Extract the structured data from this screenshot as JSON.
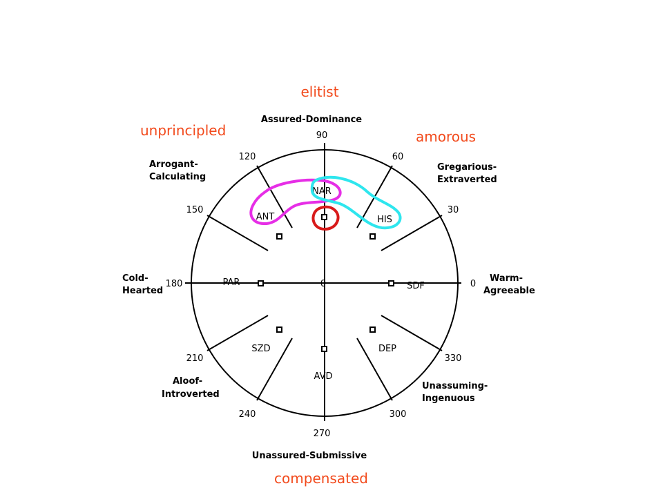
{
  "annotations": {
    "top": "elitist",
    "upper_left": "unprincipled",
    "upper_right": "amorous",
    "bottom": "compensated"
  },
  "octants": {
    "n": "Assured-Dominance",
    "nw": [
      "Arrogant-",
      "Calculating"
    ],
    "ne": [
      "Gregarious-",
      "Extraverted"
    ],
    "w": [
      "Cold-",
      "Hearted"
    ],
    "e": [
      "Warm-",
      "Agreeable"
    ],
    "sw": [
      "Aloof-",
      "Introverted"
    ],
    "se": [
      "Unassuming-",
      "Ingenuous"
    ],
    "s": "Unassured-Submissive"
  },
  "degrees": {
    "d0": "0",
    "d30": "30",
    "d60": "60",
    "d90": "90",
    "d120": "120",
    "d150": "150",
    "d180": "180",
    "d210": "210",
    "d240": "240",
    "d270": "270",
    "d300": "300",
    "d330": "330",
    "center": "0"
  },
  "profiles": {
    "nar": "NAR",
    "ant": "ANT",
    "his": "HIS",
    "par": "PAR",
    "sdf": "SDF",
    "szd": "SZD",
    "dep": "DEP",
    "avd": "AVD"
  },
  "colors": {
    "annotation_text": "#f24a1c",
    "highlight_magenta": "#e62ee6",
    "highlight_cyan": "#2ee6ee",
    "highlight_red": "#d81a1a"
  }
}
